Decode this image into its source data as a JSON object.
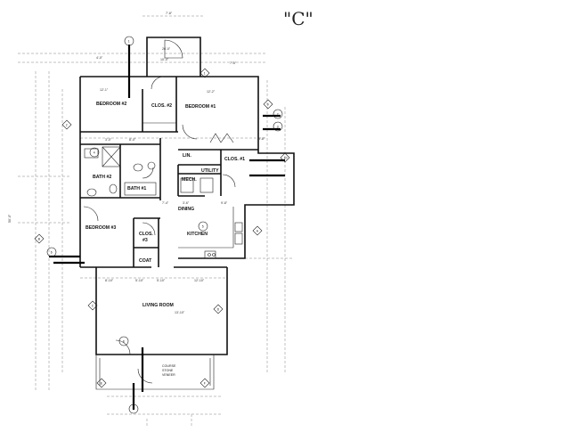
{
  "sheet_label": "\"C\"",
  "rooms": {
    "bedroom2": "BEDROOM #2",
    "bedroom1": "BEDROOM #1",
    "bedroom3": "BEDROOM #3",
    "clos2": "CLOS. #2",
    "clos1": "CLOS. #1",
    "clos3a": "CLOS.",
    "clos3b": "#3",
    "lin": "LIN.",
    "utility": "UTILITY",
    "mech": "MECH.",
    "bath2": "BATH #2",
    "bath1": "BATH #1",
    "dining": "DINING",
    "kitchen": "KITCHEN",
    "coat": "COAT",
    "living": "LIVING ROOM"
  },
  "porch_note": [
    "COURSE",
    "STONE",
    "VENEER"
  ],
  "dimensions": {
    "top_porch_width": "7'-8\"",
    "top_porch_a": "26'-0\"",
    "top_porch_b": "10'-0\"",
    "left_top": "4'-0\"",
    "right_top": "7'-5\"",
    "bed2_w": "12'-1\"",
    "bed1_w": "12'-2\"",
    "bath_row_a": "3'-0\"",
    "bath_row_b": "8'-0\"",
    "mid_a": "7'-4\"",
    "mid_b": "3'-6\"",
    "mid_c": "9'-8\"",
    "right_side": "3'-8\"",
    "lower_a": "5'-10\"",
    "lower_b": "5'-10\"",
    "living_w": "13'-10\"",
    "living_left": "8'-10\"",
    "living_right": "12'-10\"",
    "overall_left": "50'-0\""
  },
  "markers": [
    "1",
    "2",
    "3",
    "4",
    "5",
    "6",
    "7",
    "8",
    "9",
    "10",
    "A",
    "B",
    "C",
    "D",
    "E",
    "F"
  ]
}
